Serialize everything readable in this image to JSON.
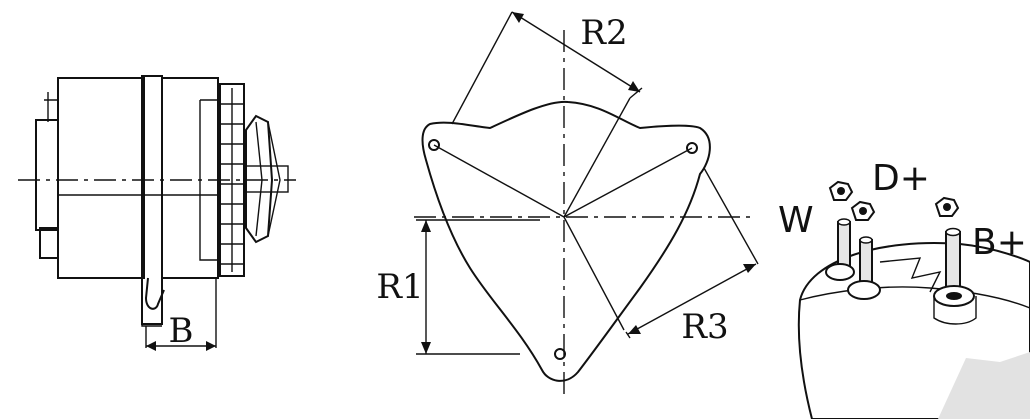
{
  "side_view": {
    "dimension_label": "B"
  },
  "flange_view": {
    "labels": {
      "r1": "R1",
      "r2": "R2",
      "r3": "R3"
    }
  },
  "terminal_view": {
    "labels": {
      "w": "W",
      "d_plus": "D+",
      "b_plus": "B+"
    }
  }
}
